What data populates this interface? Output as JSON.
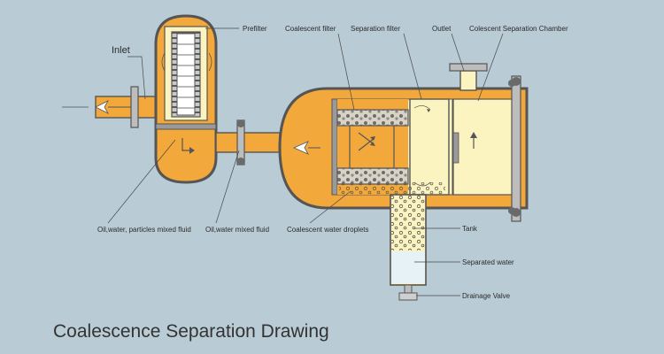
{
  "title": "Coalescence Separation Drawing",
  "labels": {
    "inlet": "Inlet",
    "prefilter": "Prefilter",
    "coalescent_filter": "Coalescent filter",
    "separation_filter": "Separation filter",
    "outlet": "Outlet",
    "separation_chamber": "Colescent Separation Chamber",
    "mixed_particles": "Oil,water, particles mixed fluid",
    "oil_water_mixed": "Oil,water mixed fluid",
    "water_droplets": "Coalescent water droplets",
    "tank": "Tank",
    "separated_water": "Separated water",
    "drainage_valve": "Drainage Valve"
  },
  "colors": {
    "background": "#b9cbd4",
    "oil_fluid": "#f2a83a",
    "clean_fluid": "#fbf3c0",
    "separated_water": "#e6f2f6",
    "vessel_outline": "#555555"
  }
}
